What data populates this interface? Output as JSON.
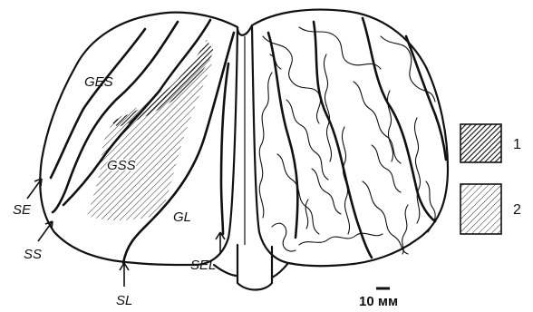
{
  "labels": {
    "ges": "GES",
    "gss": "GSS",
    "gl": "GL",
    "se": "SE",
    "ss": "SS",
    "sl": "SL",
    "sel": "SEL"
  },
  "legend": {
    "item1": "1",
    "item2": "2"
  },
  "scale_bar": {
    "label": "10 мм"
  },
  "colors": {
    "ink": "#111111",
    "background": "#ffffff"
  }
}
